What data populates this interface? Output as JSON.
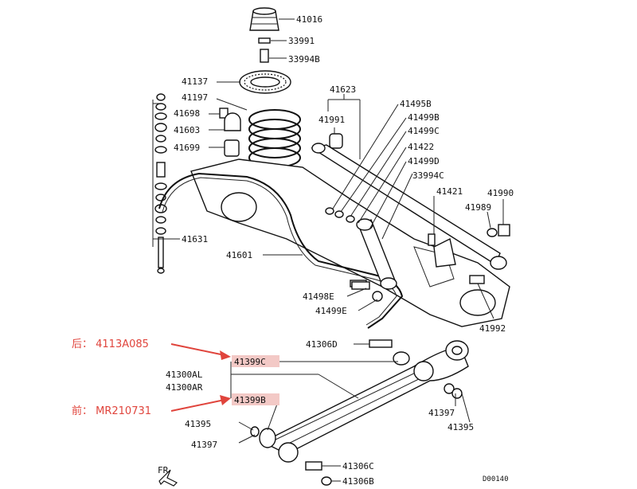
{
  "parts": {
    "p41016": "41016",
    "p33991": "33991",
    "p33994B": "33994B",
    "p41137": "41137",
    "p41197": "41197",
    "p41698": "41698",
    "p41603": "41603",
    "p41699": "41699",
    "p41631": "41631",
    "p41601": "41601",
    "p41623": "41623",
    "p41991": "41991",
    "p41495B": "41495B",
    "p41499B": "41499B",
    "p41499C": "41499C",
    "p41422": "41422",
    "p41499D": "41499D",
    "p33994C": "33994C",
    "p41421": "41421",
    "p41990": "41990",
    "p41989": "41989",
    "p41498E": "41498E",
    "p41499E": "41499E",
    "p41992": "41992",
    "p41306D": "41306D",
    "p41399C": "41399C",
    "p41300AL": "41300AL",
    "p41300AR": "41300AR",
    "p41399B": "41399B",
    "p41395a": "41395",
    "p41397a": "41397",
    "p41397b": "41397",
    "p41395b": "41395",
    "p41306C": "41306C",
    "p41306B": "41306B"
  },
  "annotations": {
    "rear_label": "后：  4113A085",
    "front_label": "前：  MR210731",
    "accent_color": "#e0443c",
    "highlight_color": "#f3c9c6"
  },
  "fr_label": "FR",
  "diagram_code": "D00140"
}
